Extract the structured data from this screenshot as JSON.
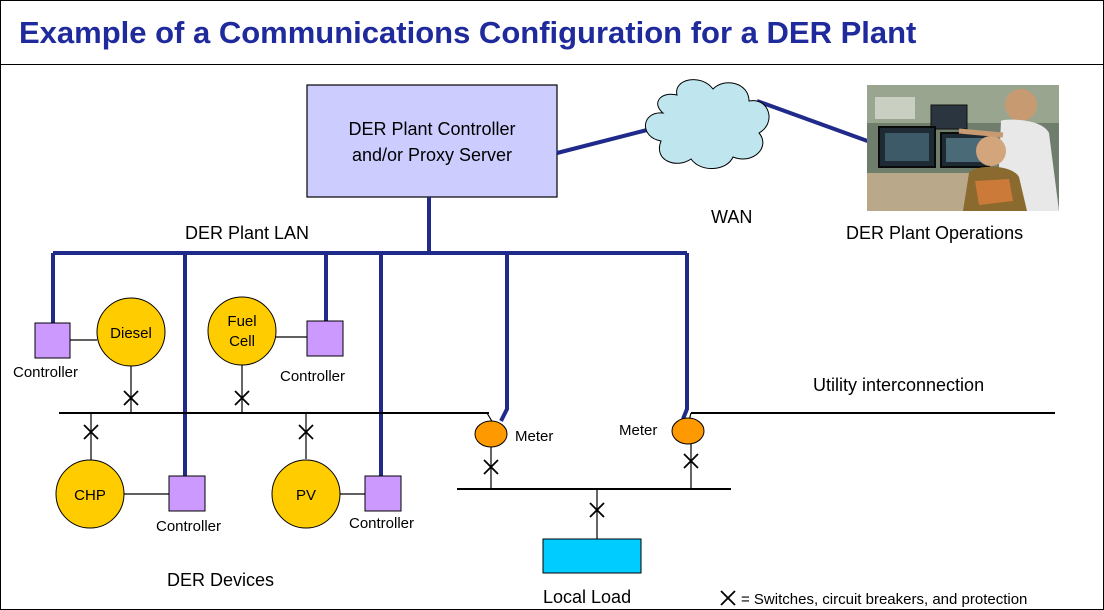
{
  "title": "Example of a Communications Configuration for a DER Plant",
  "labels": {
    "plant_controller_line1": "DER Plant Controller",
    "plant_controller_line2": "and/or Proxy Server",
    "wan": "WAN",
    "plant_operations": "DER Plant Operations",
    "plant_lan": "DER Plant LAN",
    "diesel": "Diesel",
    "fuel_cell_line1": "Fuel",
    "fuel_cell_line2": "Cell",
    "chp": "CHP",
    "pv": "PV",
    "controller": "Controller",
    "meter": "Meter",
    "utility_interconnection": "Utility interconnection",
    "der_devices": "DER Devices",
    "local_load": "Local Load",
    "legend": "= Switches, circuit breakers, and protection"
  },
  "colors": {
    "title": "#1f2a9c",
    "lan": "#1f2a8a",
    "controller_box": "#ccccff",
    "device": "#ffcc00",
    "controller": "#cc99ff",
    "meter": "#ff9900",
    "load": "#00ccff",
    "cloud": "#bfe6ee"
  },
  "icons": {
    "switch": "x-mark-icon",
    "operations_photo": "control-room-photo"
  }
}
